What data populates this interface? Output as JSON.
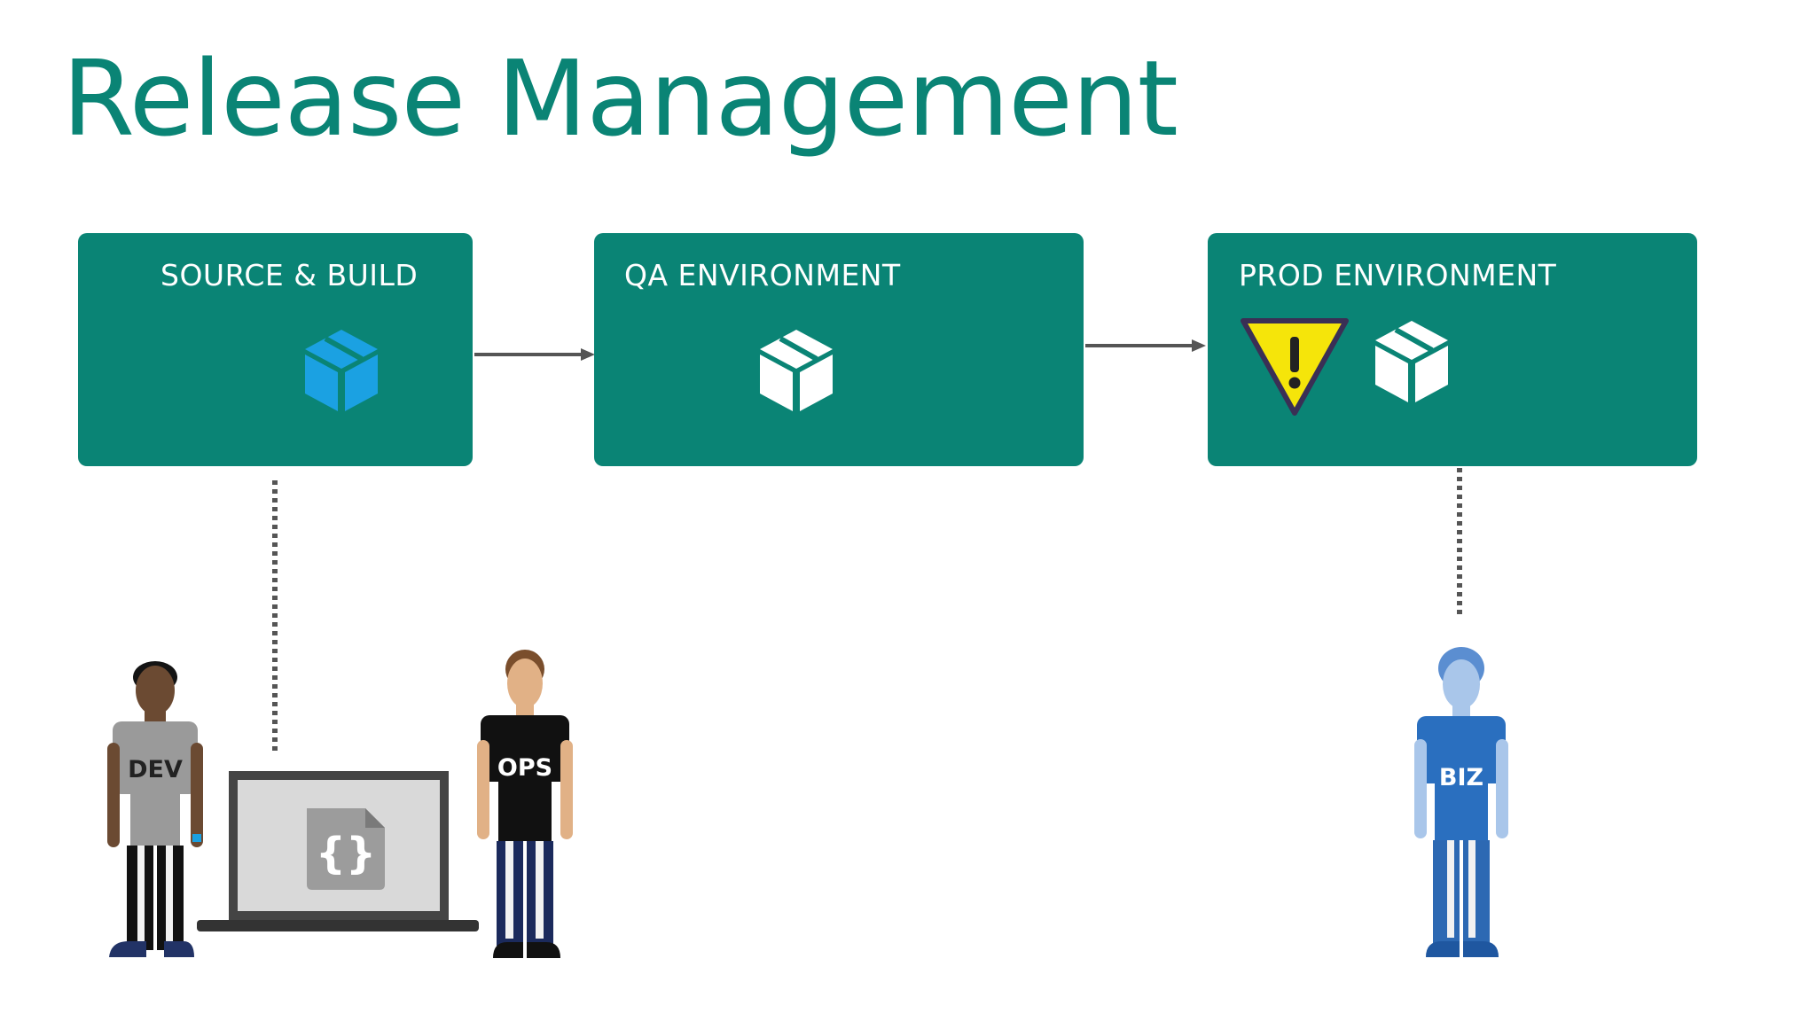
{
  "title": "Release Management",
  "stages": [
    {
      "label": "SOURCE & BUILD",
      "package": "package-icon",
      "color": "#1ba1e2"
    },
    {
      "label": "QA ENVIRONMENT",
      "package": "package-icon",
      "color": "#ffffff"
    },
    {
      "label": "PROD ENVIRONMENT",
      "package": "package-icon",
      "color": "#ffffff",
      "warning": "warning-icon"
    }
  ],
  "people": [
    {
      "shirt_label": "DEV",
      "shirt_color": "#9a9a9a"
    },
    {
      "shirt_label": "OPS",
      "shirt_color": "#111111"
    },
    {
      "shirt_label": "BIZ",
      "shirt_color": "#2a6fbf"
    }
  ],
  "laptop": {
    "screen_icon": "code-file-icon",
    "glyph": "{}"
  },
  "colors": {
    "brand": "#0a8475",
    "warning": "#f5e50a",
    "connector": "#555555"
  }
}
